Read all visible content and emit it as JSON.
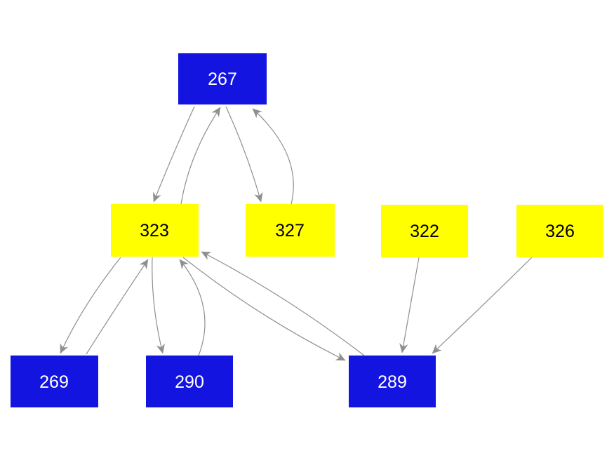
{
  "figure": {
    "type": "directed-graph-plot",
    "background": "#ffffff"
  },
  "edge_style": {
    "color": "#8f8f8f",
    "arrow_color": "#8f8f8f"
  },
  "node_colors": {
    "blue_fill": "#1414e1",
    "yellow_fill": "#ffff00",
    "blue_text": "#ffffff",
    "yellow_text": "#000000"
  },
  "nodes": {
    "n267": {
      "id": "267",
      "label": "267",
      "fill": "#1414e1",
      "text_color": "#ffffff"
    },
    "n323": {
      "id": "323",
      "label": "323",
      "fill": "#ffff00",
      "text_color": "#000000"
    },
    "n327": {
      "id": "327",
      "label": "327",
      "fill": "#ffff00",
      "text_color": "#000000"
    },
    "n322": {
      "id": "322",
      "label": "322",
      "fill": "#ffff00",
      "text_color": "#000000"
    },
    "n326": {
      "id": "326",
      "label": "326",
      "fill": "#ffff00",
      "text_color": "#000000"
    },
    "n269": {
      "id": "269",
      "label": "269",
      "fill": "#1414e1",
      "text_color": "#ffffff"
    },
    "n290": {
      "id": "290",
      "label": "290",
      "fill": "#1414e1",
      "text_color": "#ffffff"
    },
    "n289": {
      "id": "289",
      "label": "289",
      "fill": "#1414e1",
      "text_color": "#ffffff"
    }
  },
  "edges": [
    {
      "from": "267",
      "to": "323"
    },
    {
      "from": "323",
      "to": "267"
    },
    {
      "from": "267",
      "to": "327"
    },
    {
      "from": "327",
      "to": "267"
    },
    {
      "from": "323",
      "to": "269"
    },
    {
      "from": "269",
      "to": "323"
    },
    {
      "from": "323",
      "to": "290"
    },
    {
      "from": "290",
      "to": "323"
    },
    {
      "from": "323",
      "to": "289"
    },
    {
      "from": "289",
      "to": "323"
    },
    {
      "from": "322",
      "to": "289"
    },
    {
      "from": "326",
      "to": "289"
    }
  ]
}
